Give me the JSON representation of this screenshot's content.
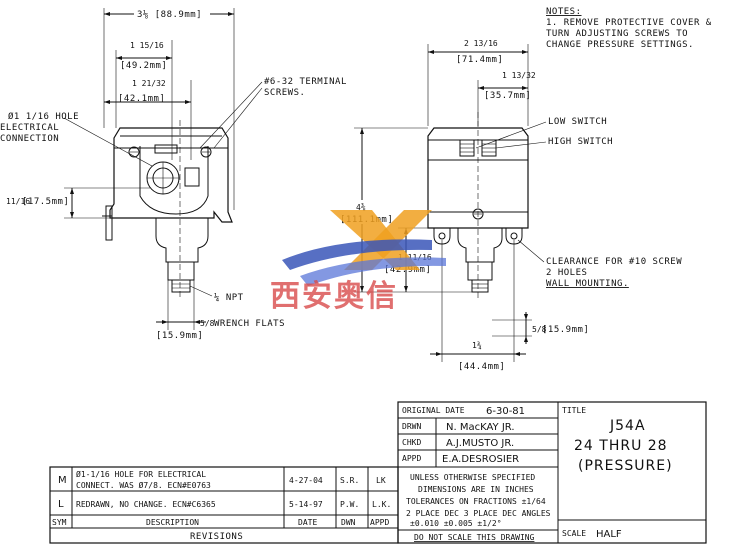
{
  "notes": {
    "heading": "NOTES:",
    "line1": "1. REMOVE PROTECTIVE COVER &",
    "line2": "TURN ADJUSTING SCREWS TO",
    "line3": "CHANGE PRESSURE SETTINGS."
  },
  "left_view": {
    "overall_width": "3⅛ [88.9mm]",
    "dim_a_frac": "1 15/16",
    "dim_a_mm": "[49.2mm]",
    "dim_b_frac": "1 21/32",
    "dim_b_mm": "[42.1mm]",
    "terminal_label_1": "#6-32 TERMINAL",
    "terminal_label_2": "SCREWS.",
    "hole_label_1": "Ø1 1/16 HOLE",
    "hole_label_2": "ELECTRICAL",
    "hole_label_3": "CONNECTION",
    "height_dim_frac": "11/16",
    "height_dim_mm": "[17.5mm]",
    "npt_label": "¼ NPT",
    "flats_frac": "5/8",
    "flats_mm": "[15.9mm]",
    "flats_label": "WRENCH FLATS"
  },
  "right_view": {
    "width_frac": "2 13/16",
    "width_mm": "[71.4mm]",
    "half_width_frac": "1 13/32",
    "half_width_mm": "[35.7mm]",
    "low_switch": "LOW SWITCH",
    "high_switch": "HIGH SWITCH",
    "height_frac": "4⅜",
    "height_mm": "[111.1mm]",
    "mount_frac": "1 11/16",
    "mount_mm": "[42.9mm]",
    "clearance_1": "CLEARANCE FOR #10 SCREW",
    "clearance_2": "2 HOLES",
    "clearance_3": "WALL MOUNTING.",
    "flat_frac": "5/8",
    "flat_mm": "[15.9mm]",
    "spacing_frac": "1¾",
    "spacing_mm": "[44.4mm]"
  },
  "watermark": "西安奥信",
  "revisions": {
    "rows": [
      {
        "sym": "M",
        "desc1": "Ø1-1/16 HOLE FOR ELECTRICAL",
        "desc2": "CONNECT. WAS Ø7/8. ECN#E0763",
        "date": "4-27-04",
        "dwn": "S.R.",
        "appd": "LK"
      },
      {
        "sym": "L",
        "desc1": "REDRAWN, NO CHANGE. ECN#C6365",
        "desc2": "",
        "date": "5-14-97",
        "dwn": "P.W.",
        "appd": "L.K."
      }
    ],
    "headers": {
      "sym": "SYM",
      "desc": "DESCRIPTION",
      "date": "DATE",
      "dwn": "DWN",
      "appd": "APPD"
    },
    "title": "REVISIONS"
  },
  "title_block": {
    "original_date_label": "ORIGINAL DATE",
    "original_date": "6-30-81",
    "drwn_label": "DRWN",
    "drwn": "N. MacKAY JR.",
    "chkd_label": "CHKD",
    "chkd": "A.J.MUSTO JR.",
    "appd_label": "APPD",
    "appd": "E.A.DESROSIER",
    "tol_1": "UNLESS OTHERWISE SPECIFIED",
    "tol_2": "DIMENSIONS ARE IN INCHES",
    "tol_3": "TOLERANCES ON FRACTIONS ±1/64",
    "tol_4": "2 PLACE DEC  3 PLACE DEC  ANGLES",
    "tol_5": "±0.010        ±0.005       ±1/2°",
    "no_scale": "DO NOT SCALE THIS DRAWING",
    "title_label": "TITLE",
    "title_1": "J54A",
    "title_2": "24 THRU 28",
    "title_3": "(PRESSURE)",
    "scale_label": "SCALE",
    "scale": "HALF"
  }
}
